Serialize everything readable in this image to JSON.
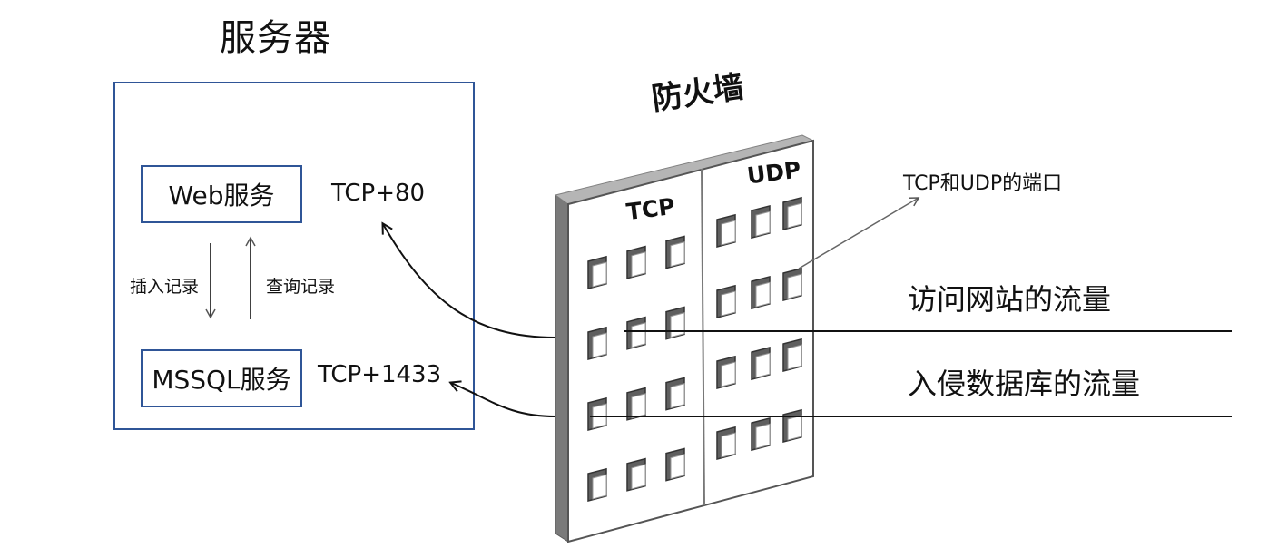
{
  "server": {
    "title": "服务器",
    "web_service": "Web服务",
    "sql_service": "MSSQL服务",
    "web_port": "TCP+80",
    "sql_port": "TCP+1433",
    "insert_record": "插入记录",
    "query_record": "查询记录"
  },
  "firewall": {
    "title": "防火墙",
    "tcp_label": "TCP",
    "udp_label": "UDP",
    "ports_label": "TCP和UDP的端口"
  },
  "traffic": {
    "web_traffic": "访问网站的流量",
    "db_intrusion": "入侵数据库的流量"
  },
  "colors": {
    "box_border": "#2f5597",
    "wall_face": "#ffffff",
    "wall_edge": "#8c8c8c",
    "line": "#111111"
  }
}
